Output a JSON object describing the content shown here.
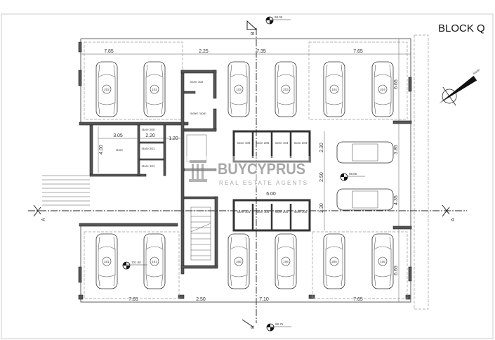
{
  "title": "BLOCK Q",
  "watermark": {
    "brand": "BUYCYPRUS",
    "tagline": "REAL ESTATE AGENTS"
  },
  "north_label": "North",
  "sections": {
    "top": "B",
    "bottom": "B",
    "left": "A",
    "right": "A"
  },
  "levels": {
    "top": "98.05",
    "center": "98.80",
    "bottom_left": "101.60",
    "bottom": "98.75"
  },
  "dimensions": {
    "top": [
      "7.85",
      "2.25",
      "7.35",
      "7.65"
    ],
    "bottom": [
      "7.65",
      "2.50",
      "7.10",
      "7.65"
    ],
    "right": [
      "6.65",
      "3.85",
      "4.35",
      "6.65"
    ],
    "storage_block": [
      "2.30",
      "2.50",
      "2.30",
      "6.00"
    ],
    "left_rooms": [
      "3.05",
      "2.20",
      "1.20",
      "4.00"
    ]
  },
  "parking": {
    "top_row": [
      "202",
      "102",
      "103",
      "203",
      "104",
      "204"
    ],
    "bottom_row": [
      "201",
      "101",
      "206",
      "106",
      "205",
      "105"
    ]
  },
  "rooms": {
    "store_102": "store 102",
    "meter_room": "meter room",
    "store_200": "store 200",
    "store_201": "store 201",
    "store_101": "store 101",
    "store_big": "store",
    "upper_stores": [
      "store 103",
      "store 206",
      "store 104",
      "store 204"
    ],
    "lower_stores": [
      "store 101",
      "store 106",
      "store 205",
      "store 105"
    ]
  }
}
